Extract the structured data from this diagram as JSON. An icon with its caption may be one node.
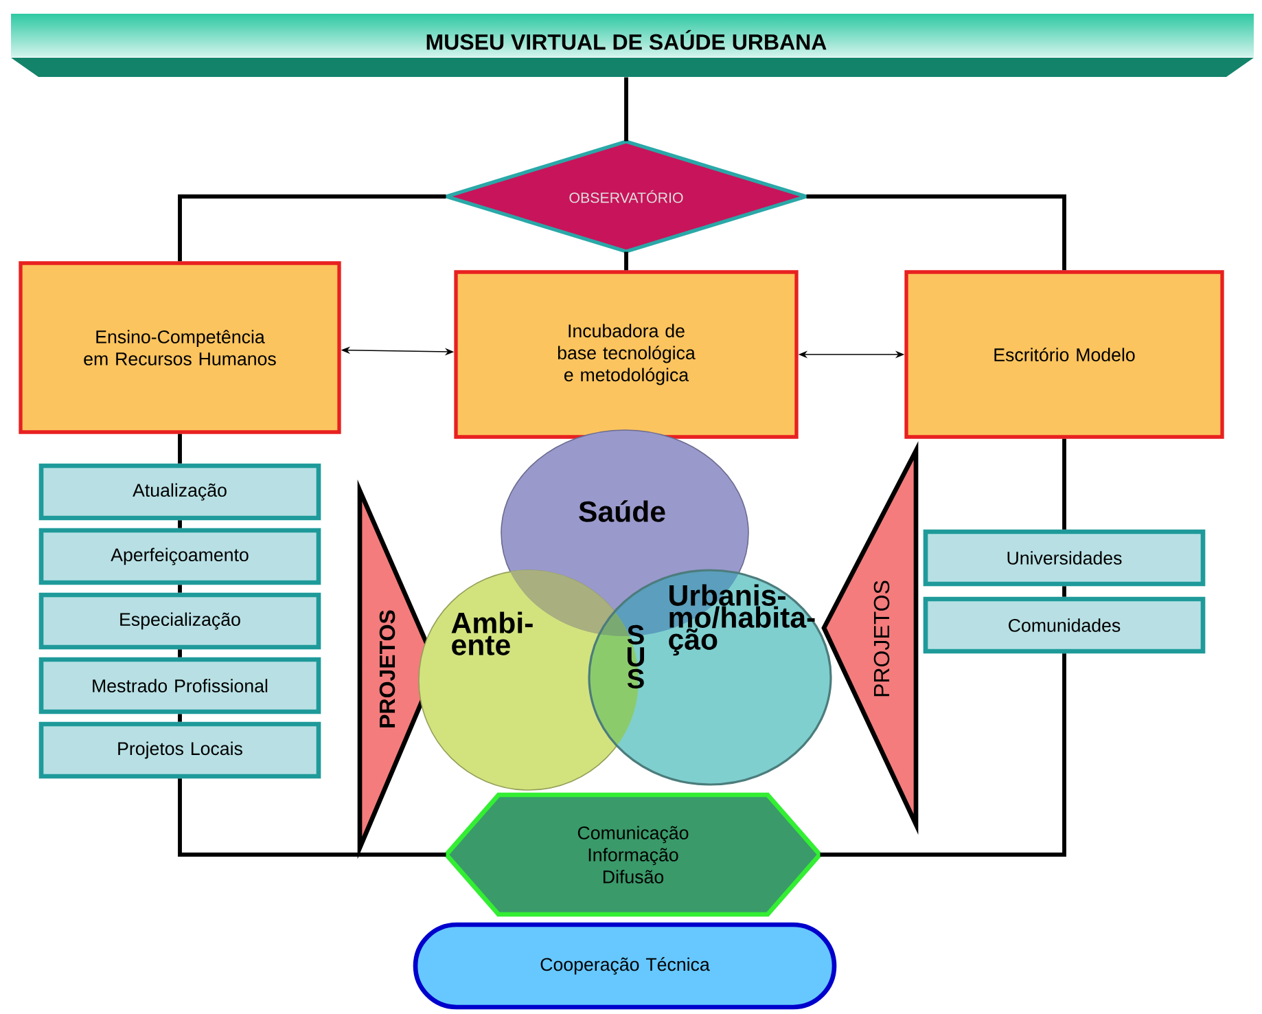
{
  "diagram": {
    "nodes": [
      {
        "text": [
          "MUSEU VIRTUAL DE SAÚDE URBANA"
        ]
      },
      {
        "text": [
          "OBSERVATÓRIO"
        ]
      },
      {
        "text": [
          "Ensino-Competência em Recursos Humanos"
        ]
      },
      {
        "text": [
          "Incubadora de base tecnológica e metodológica"
        ]
      },
      {
        "text": [
          "Escritório Modelo"
        ]
      },
      {
        "text": [
          "Atualização"
        ]
      },
      {
        "text": [
          "Aperfeiçoamento"
        ]
      },
      {
        "text": [
          "Especialização"
        ]
      },
      {
        "text": [
          "Mestrado Profissional"
        ]
      },
      {
        "text": [
          "Projetos Locais"
        ]
      },
      {
        "text": [
          "PROJETOS"
        ]
      },
      {
        "text": [
          "Saúde"
        ]
      },
      {
        "text": [
          "Ambi- ente"
        ]
      },
      {
        "text": [
          "Urbanis- mo/habita- ção"
        ]
      },
      {
        "text": [
          "PROJETOS"
        ]
      },
      {
        "text": [
          "Universidades"
        ]
      },
      {
        "text": [
          "Comunidades"
        ]
      },
      {
        "text": [
          "Comunicação Informação Difusão"
        ]
      },
      {
        "text": [
          "Cooperação Técnica"
        ]
      }
    ],
    "edges": [
      {
        "from": 0,
        "to": 1,
        "arrow": "none"
      },
      {
        "from": 1,
        "to": 2,
        "arrow": "none"
      },
      {
        "from": 1,
        "to": 3,
        "arrow": "none"
      },
      {
        "from": 1,
        "to": 4,
        "arrow": "none"
      },
      {
        "from": 2,
        "to": 3,
        "arrow": "both"
      },
      {
        "from": 3,
        "to": 4,
        "arrow": "both"
      },
      {
        "from": 2,
        "to": 5,
        "arrow": "none"
      },
      {
        "from": 5,
        "to": 6,
        "arrow": "none"
      },
      {
        "from": 6,
        "to": 7,
        "arrow": "none"
      },
      {
        "from": 7,
        "to": 8,
        "arrow": "none"
      },
      {
        "from": 8,
        "to": 9,
        "arrow": "none"
      },
      {
        "from": 9,
        "to": 17,
        "arrow": "none"
      },
      {
        "from": 4,
        "to": 15,
        "arrow": "none"
      },
      {
        "from": 15,
        "to": 16,
        "arrow": "none"
      },
      {
        "from": 16,
        "to": 17,
        "arrow": "none"
      }
    ],
    "labels": [
      "S U S"
    ]
  }
}
